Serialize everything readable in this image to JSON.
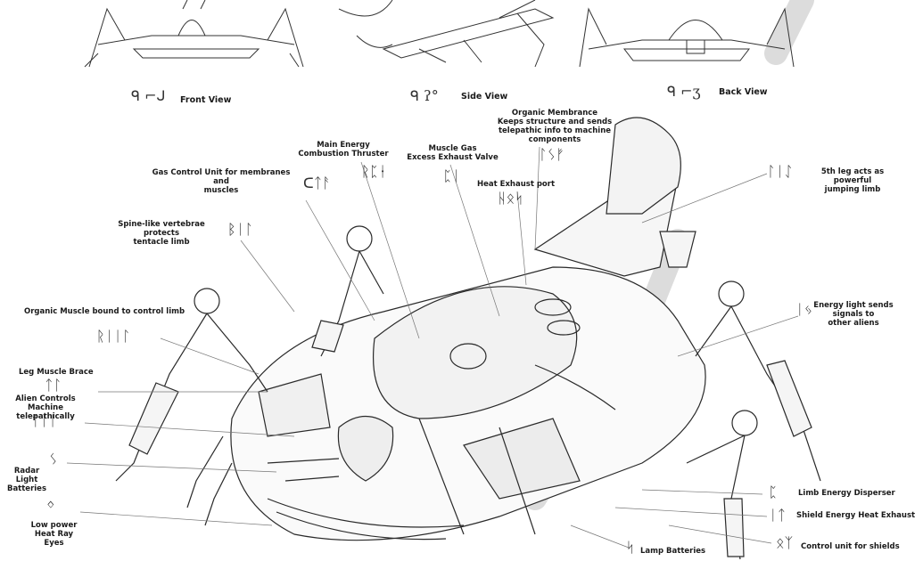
{
  "views": {
    "front": "Front View",
    "side": "Side View",
    "back": "Back View"
  },
  "labels": {
    "organic_membrance": "Organic Membrance\nKeeps structure and sends\ntelepathic info to machine\ncomponents",
    "main_energy": "Main Energy\nCombustion Thruster",
    "muscle_gas": "Muscle Gas\nExcess Exhaust Valve",
    "gas_control": "Gas Control Unit for membranes and\nmuscles",
    "heat_exhaust": "Heat Exhaust port",
    "fifth_leg": "5th leg acts as powerful\njumping limb",
    "spine": "Spine-like vertebrae protects\ntentacle limb",
    "organic_muscle": "Organic Muscle bound to control limb",
    "energy_light": "Energy light sends\nsignals to\nother aliens",
    "leg_muscle": "Leg Muscle Brace",
    "alien_controls": "Alien Controls Machine\ntelepathically",
    "radar_light": "Radar Light\nBatteries",
    "low_power": "Low power\nHeat Ray Eyes",
    "limb_energy": "Limb Energy Disperser",
    "shield_energy": "Shield Energy Heat Exhaust",
    "lamp_batteries": "Lamp Batteries",
    "control_unit": "Control unit for shields"
  },
  "glyphs": {
    "front": "ᑫ ⌐ᒍ",
    "side": "ᑫ ʔ°",
    "back": "ᑫ ⌐ʒ",
    "membrance": "ᛚᛊᚠ",
    "main_energy": "ᚱᛈᛂ",
    "muscle_gas": "ᛈᛁ",
    "gas_control": "ᑕᛏᚨ",
    "heat_exhaust": "ᚺᛟᛋ",
    "fifth_leg": "ᛚᛁᛇ",
    "spine": "ᛒᛁᛚ",
    "organic_muscle": "ᚱᛁᛁᛚ",
    "energy_light": "ᛁᛃ",
    "leg_muscle": "ᛏᛚ",
    "alien_controls": "ᛏᛁᛁ",
    "radar_light": "ᛊ",
    "low_power": "ᛜ",
    "limb_energy": "ᛈ",
    "shield_energy": "ᛁᛏ",
    "lamp_batteries": "ᛋ",
    "control_unit": "ᛟᛉ"
  },
  "colors": {
    "ink": "#1a1a1a",
    "line": "#555555",
    "watermark": "#dddddd"
  }
}
